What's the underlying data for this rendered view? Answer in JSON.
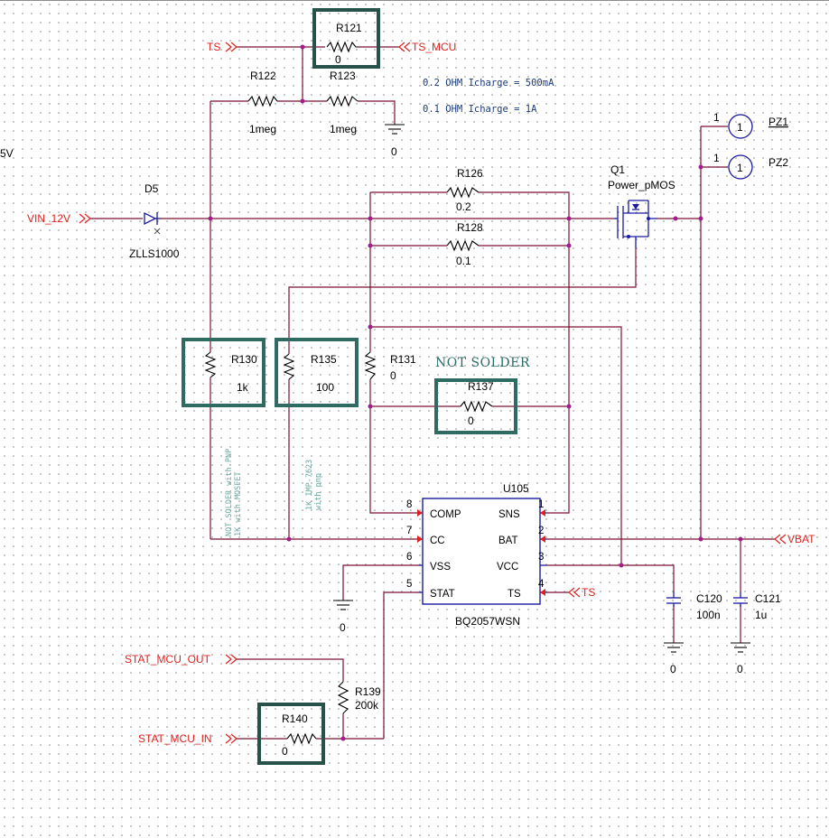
{
  "nets": {
    "ts": "TS",
    "ts_mcu": "TS_MCU",
    "vin": "VIN_12V",
    "vbat": "VBAT",
    "ts_pin": "TS",
    "stat_out": "STAT_MCU_OUT",
    "stat_in": "STAT_MCU_IN",
    "left_5v": "5V"
  },
  "notes": {
    "ich1": "0.2 OHM Icharge = 500mA",
    "ich2": "0.1 OHM Icharge = 1A",
    "not_solder": "NOT SOLDER",
    "vnote_a1": "NOT SOLDER with PNP",
    "vnote_a2": "1K with MOSFET",
    "vnote_b1": "1K IMP-7623",
    "vnote_b2": "with pnp"
  },
  "components": {
    "r121": {
      "ref": "R121",
      "value": "0"
    },
    "r122": {
      "ref": "R122",
      "value": "1meg"
    },
    "r123": {
      "ref": "R123",
      "value": "1meg"
    },
    "r126": {
      "ref": "R126",
      "value": "0.2"
    },
    "r128": {
      "ref": "R128",
      "value": "0.1"
    },
    "r130": {
      "ref": "R130",
      "value": "1k"
    },
    "r135": {
      "ref": "R135",
      "value": "100"
    },
    "r131": {
      "ref": "R131",
      "value": "0"
    },
    "r137": {
      "ref": "R137",
      "value": "0"
    },
    "r139": {
      "ref": "R139",
      "value": "200k"
    },
    "r140": {
      "ref": "R140",
      "value": "0"
    },
    "d5": {
      "ref": "D5",
      "value": "ZLLS1000"
    },
    "q1": {
      "ref": "Q1",
      "value": "Power_pMOS"
    },
    "c120": {
      "ref": "C120",
      "value": "100n"
    },
    "c121": {
      "ref": "C121",
      "value": "1u"
    },
    "pz1": {
      "ref": "PZ1",
      "pin": "1",
      "circle": "1"
    },
    "pz2": {
      "ref": "PZ2",
      "pin": "1",
      "circle": "1"
    },
    "u105": {
      "ref": "U105",
      "part": "BQ2057WSN",
      "pins": [
        {
          "num": "8",
          "name": "COMP"
        },
        {
          "num": "7",
          "name": "CC"
        },
        {
          "num": "6",
          "name": "VSS"
        },
        {
          "num": "5",
          "name": "STAT"
        },
        {
          "num": "1",
          "name": "SNS"
        },
        {
          "num": "2",
          "name": "BAT"
        },
        {
          "num": "3",
          "name": "VCC"
        },
        {
          "num": "4",
          "name": "TS"
        }
      ]
    }
  },
  "grounds": {
    "g1": "0",
    "g2": "0",
    "g3": "0",
    "g4": "0"
  },
  "colors": {
    "wire": "#7b1030",
    "net_label": "#e02020",
    "highlight": "#27524a",
    "junction": "#a31e8c"
  }
}
